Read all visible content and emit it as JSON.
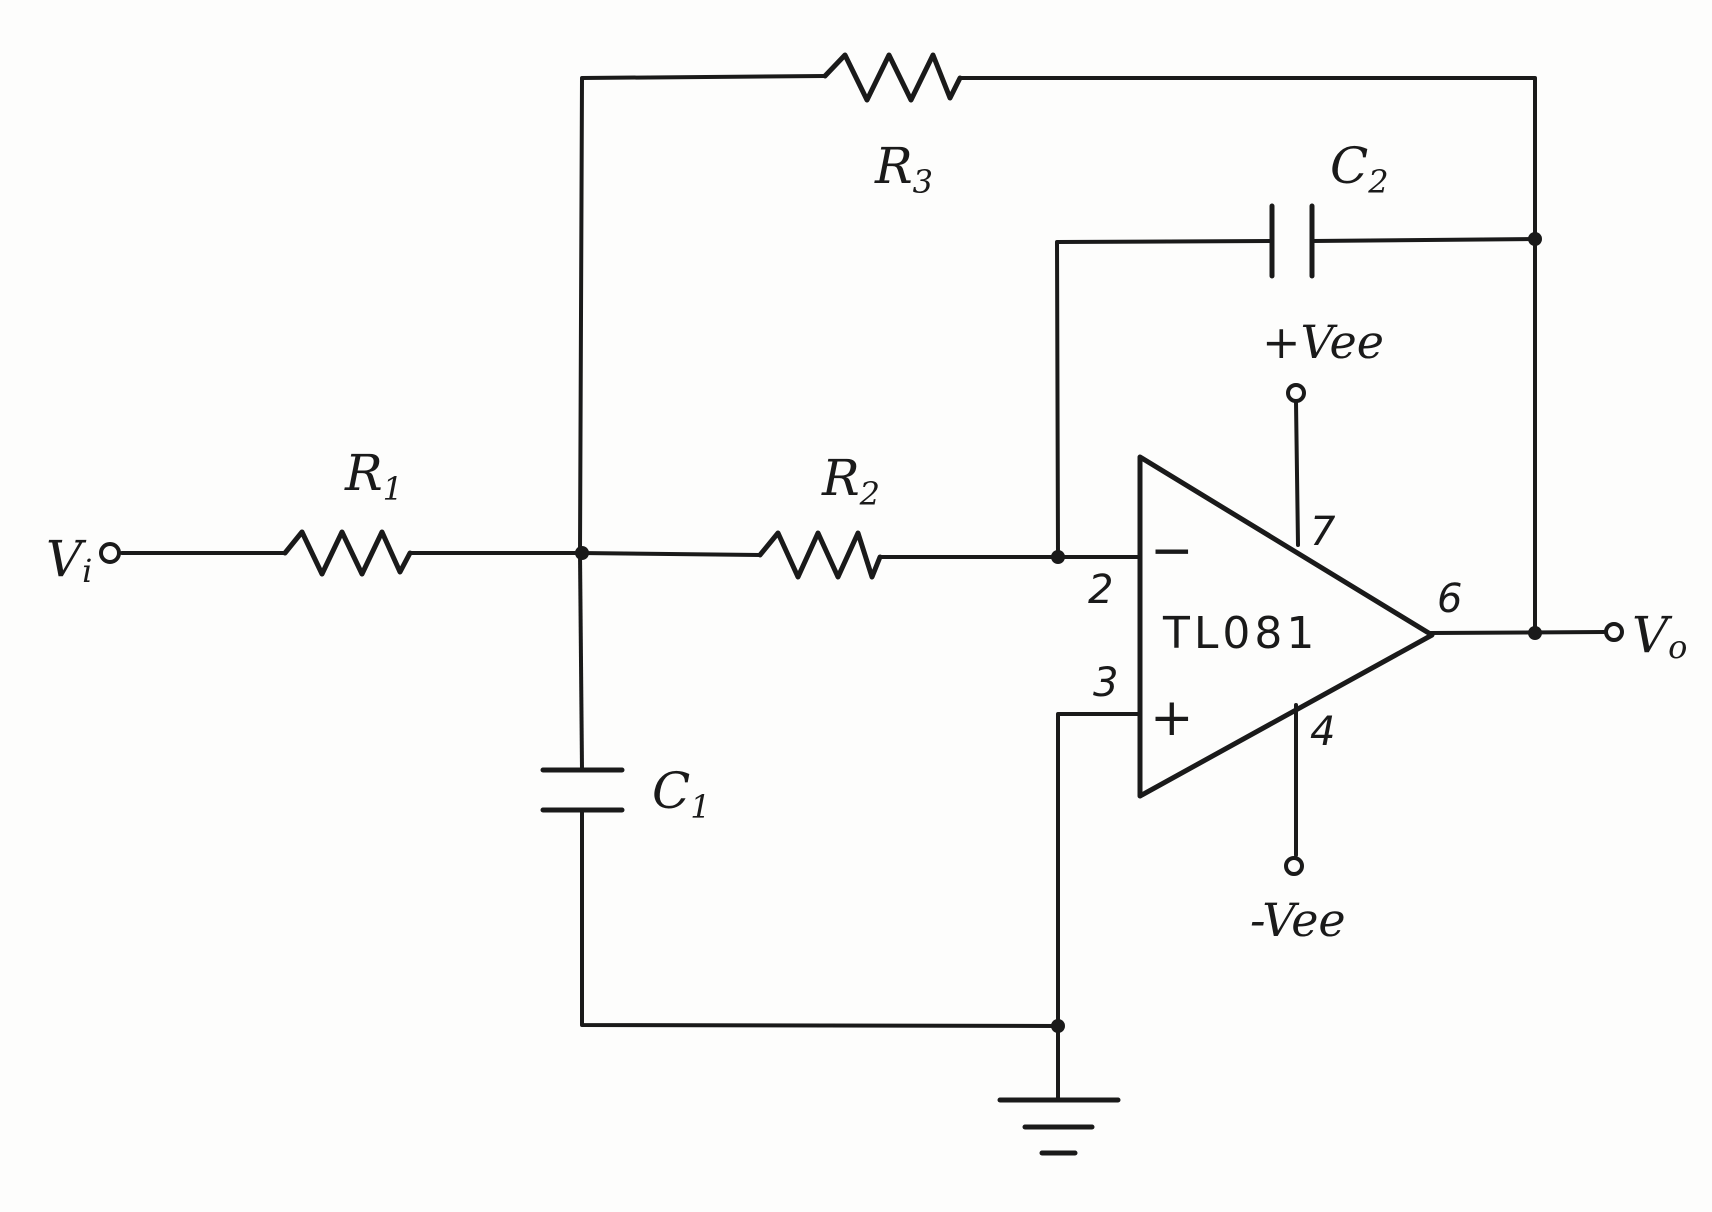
{
  "components": {
    "r1": {
      "name": "R",
      "sub": "1"
    },
    "r2": {
      "name": "R",
      "sub": "2"
    },
    "r3": {
      "name": "R",
      "sub": "3"
    },
    "c1": {
      "name": "C",
      "sub": "1"
    },
    "c2": {
      "name": "C",
      "sub": "2"
    }
  },
  "opamp": {
    "part": "TL081",
    "pin_inverting": "2",
    "pin_noninverting": "3",
    "pin_output": "6",
    "pin_vpos": "7",
    "pin_vneg": "4",
    "minus_sign": "−",
    "plus_sign": "+"
  },
  "terminals": {
    "input": {
      "name": "V",
      "sub": "i"
    },
    "output": {
      "name": "V",
      "sub": "o"
    },
    "vpos": "+Vee",
    "vneg": "-Vee"
  }
}
